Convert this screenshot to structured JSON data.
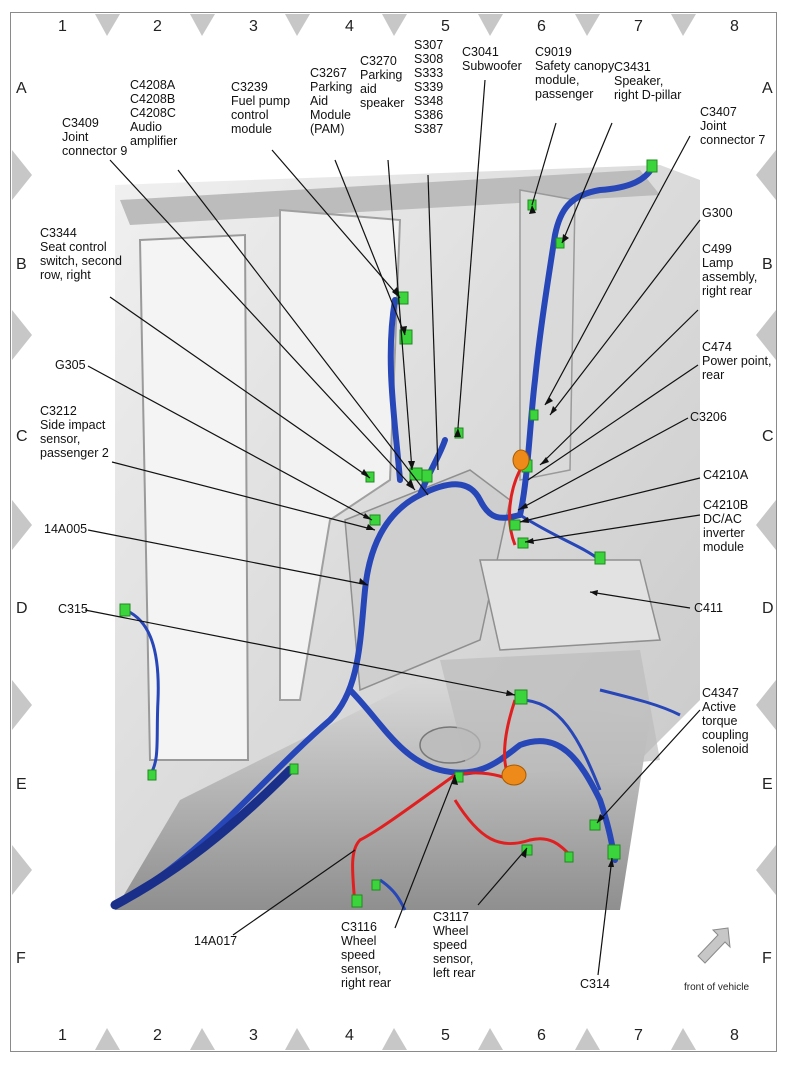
{
  "grid": {
    "columns": [
      "1",
      "2",
      "3",
      "4",
      "5",
      "6",
      "7",
      "8"
    ],
    "rows": [
      "A",
      "B",
      "C",
      "D",
      "E",
      "F"
    ]
  },
  "callouts": {
    "c3409": [
      "C3409",
      "Joint",
      "connector 9"
    ],
    "c4208": [
      "C4208A",
      "C4208B",
      "C4208C",
      "Audio",
      "amplifier"
    ],
    "c3239": [
      "C3239",
      "Fuel pump",
      "control",
      "module"
    ],
    "c3267": [
      "C3267",
      "Parking",
      "Aid",
      "Module",
      "(PAM)"
    ],
    "c3270": [
      "C3270",
      "Parking",
      "aid",
      "speaker"
    ],
    "splices": [
      "S307",
      "S308",
      "S333",
      "S339",
      "S348",
      "S386",
      "S387"
    ],
    "c3041": [
      "C3041",
      "Subwoofer"
    ],
    "c9019": [
      "C9019",
      "Safety canopy",
      "module,",
      "passenger"
    ],
    "c3431": [
      "C3431",
      "Speaker,",
      "right D-pillar"
    ],
    "c3407": [
      "C3407",
      "Joint",
      "connector 7"
    ],
    "g300": [
      "G300"
    ],
    "c499": [
      "C499",
      "Lamp",
      "assembly,",
      "right rear"
    ],
    "c474": [
      "C474",
      "Power point,",
      "rear"
    ],
    "c3206": [
      "C3206"
    ],
    "c4210a": [
      "C4210A"
    ],
    "c4210b": [
      "C4210B",
      "DC/AC",
      "inverter",
      "module"
    ],
    "c411": [
      "C411"
    ],
    "c4347": [
      "C4347",
      "Active",
      "torque",
      "coupling",
      "solenoid"
    ],
    "c3344": [
      "C3344",
      "Seat control",
      "switch, second",
      "row, right"
    ],
    "g305": [
      "G305"
    ],
    "c3212": [
      "C3212",
      "Side impact",
      "sensor,",
      "passenger 2"
    ],
    "h14a005": [
      "14A005"
    ],
    "c315": [
      "C315"
    ],
    "h14a017": [
      "14A017"
    ],
    "c3116": [
      "C3116",
      "Wheel",
      "speed",
      "sensor,",
      "right rear"
    ],
    "c3117": [
      "C3117",
      "Wheel",
      "speed",
      "sensor,",
      "left rear"
    ],
    "c314": [
      "C314"
    ]
  },
  "front_of_vehicle": "front of vehicle",
  "colors": {
    "harness": "#2746b8",
    "harness_dark": "#1a2f8a",
    "red_wire": "#e02020",
    "connector": "#3cd43c",
    "body": "#c9c9c9",
    "arrow": "#c7c7c7"
  }
}
